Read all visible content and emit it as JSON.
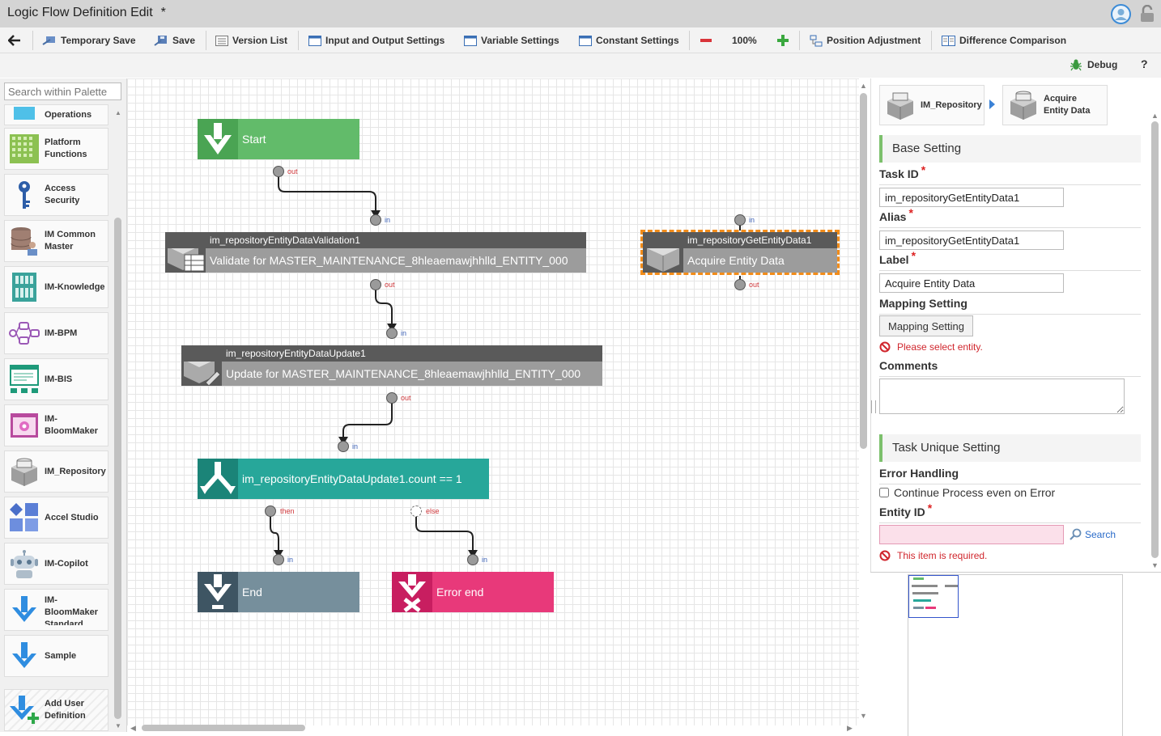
{
  "title": {
    "text": "Logic Flow Definition Edit",
    "modified_marker": "*"
  },
  "toolbar": {
    "temporary_save": "Temporary Save",
    "save": "Save",
    "version_list": "Version List",
    "io_settings": "Input and Output Settings",
    "variable_settings": "Variable Settings",
    "constant_settings": "Constant Settings",
    "zoom": "100%",
    "position_adjustment": "Position Adjustment",
    "difference_comparison": "Difference Comparison",
    "debug": "Debug",
    "help": "?"
  },
  "palette": {
    "search_placeholder": "Search within Palette",
    "items": [
      {
        "label": "Operations",
        "icon": "operations-icon"
      },
      {
        "label": "Platform Functions",
        "icon": "platform-functions-icon"
      },
      {
        "label": "Access Security",
        "icon": "key-icon"
      },
      {
        "label": "IM Common Master",
        "icon": "common-master-icon"
      },
      {
        "label": "IM-Knowledge",
        "icon": "knowledge-icon"
      },
      {
        "label": "IM-BPM",
        "icon": "bpm-icon"
      },
      {
        "label": "IM-BIS",
        "icon": "bis-icon"
      },
      {
        "label": "IM-BloomMaker",
        "icon": "bloommaker-icon"
      },
      {
        "label": "IM_Repository",
        "icon": "repository-icon"
      },
      {
        "label": "Accel Studio",
        "icon": "accel-studio-icon"
      },
      {
        "label": "IM-Copilot",
        "icon": "robot-icon"
      },
      {
        "label": "IM-BloomMaker Standard",
        "icon": "arrow-down-icon"
      },
      {
        "label": "Sample",
        "icon": "arrow-down-icon"
      },
      {
        "label": "Add User Definition",
        "icon": "add-definition-icon"
      }
    ]
  },
  "flow": {
    "start": "Start",
    "validate_id": "im_repositoryEntityDataValidation1",
    "validate_label": "Validate for MASTER_MAINTENANCE_8hleaemawjhhlld_ENTITY_000",
    "update_id": "im_repositoryEntityDataUpdate1",
    "update_label": "Update for MASTER_MAINTENANCE_8hleaemawjhhlld_ENTITY_000",
    "branch_condition": "im_repositoryEntityDataUpdate1.count == 1",
    "end": "End",
    "error_end": "Error end",
    "get_id": "im_repositoryGetEntityData1",
    "get_label": "Acquire Entity Data",
    "port_in": "in",
    "port_out": "out",
    "port_then": "then",
    "port_else": "else"
  },
  "properties": {
    "breadcrumb": [
      "IM_Repository",
      "Acquire Entity Data"
    ],
    "base_setting": "Base Setting",
    "task_id_label": "Task ID",
    "task_id_value": "im_repositoryGetEntityData1",
    "alias_label": "Alias",
    "alias_value": "im_repositoryGetEntityData1",
    "label_label": "Label",
    "label_value": "Acquire Entity Data",
    "mapping_setting_label": "Mapping Setting",
    "mapping_setting_button": "Mapping Setting",
    "mapping_error": "Please select entity.",
    "comments_label": "Comments",
    "comments_value": "",
    "task_unique_setting": "Task Unique Setting",
    "error_handling_label": "Error Handling",
    "continue_on_error": "Continue Process even on Error",
    "entity_id_label": "Entity ID",
    "entity_id_value": "",
    "search_link": "Search",
    "entity_id_error": "This item is required.",
    "required_marker": "*"
  },
  "colors": {
    "start": "#62bb6a",
    "end": "#768f9c",
    "error_end": "#e8397a",
    "branch": "#27a79a",
    "task_body": "#9c9c9c",
    "task_head": "#5a5a5a",
    "selection": "#f28c1a",
    "error_text": "#d0262d",
    "required_field": "#fbe0ea"
  }
}
